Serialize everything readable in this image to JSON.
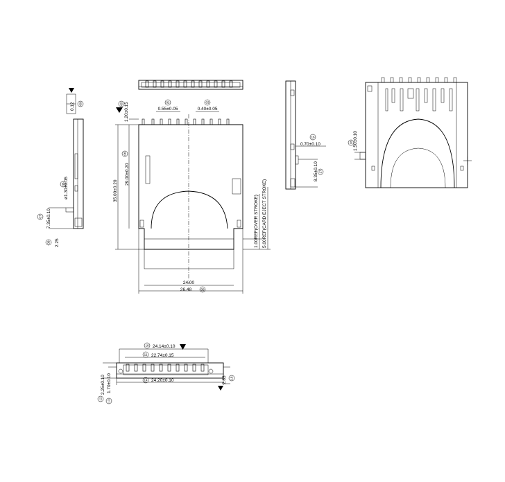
{
  "front_view": {
    "dim_pitch_left": "0.55±0.05",
    "tag_pitch_left": "02",
    "dim_pitch_right": "0.40±0.05",
    "tag_pitch_right": "03",
    "dim_pin_height": "1.20±0.15",
    "tag_pin_height": "05",
    "dim_total_length": "35.00±0.20",
    "dim_inner_length": "29.00±0.20",
    "tag_inner_length": "06",
    "dim_over_stroke": "1.00REF(OVER STROKE)",
    "dim_eject_stroke": "5.00REF(CARD EJECT STROKE)",
    "dim_inner_width": "24.00",
    "dim_total_width": "26.48",
    "tag_total_width": "08"
  },
  "left_view": {
    "dim_flatness": "0.12",
    "tag_flatness": "09",
    "dim_post_dia": "ø1.30±0.05",
    "tag_post_dia": "06",
    "dim_post_height": "7.35±0.10",
    "tag_post_height": "07",
    "dim_thickness": "2.25",
    "tag_thickness": "08"
  },
  "side_view": {
    "dim_tab": "0.70±0.10",
    "tag_tab": "16",
    "dim_offset": "8.35±0.10",
    "tag_offset": "17"
  },
  "rear_view": {
    "dim_post": "1.50±0.10",
    "tag_post": "18"
  },
  "bottom_view": {
    "dim_pad_span": "24.14±0.10",
    "tag_pad_span": "10",
    "dim_inner_span": "22.74±0.15",
    "tag_inner_span": "11",
    "dim_body_span": "24.20±0.10",
    "tag_body_span": "14",
    "dim_height": "2.25±0.10",
    "tag_height": "12",
    "dim_standoff": "1.70±0.10",
    "tag_standoff": "13",
    "dim_right": "2.83",
    "tag_right": "15"
  }
}
